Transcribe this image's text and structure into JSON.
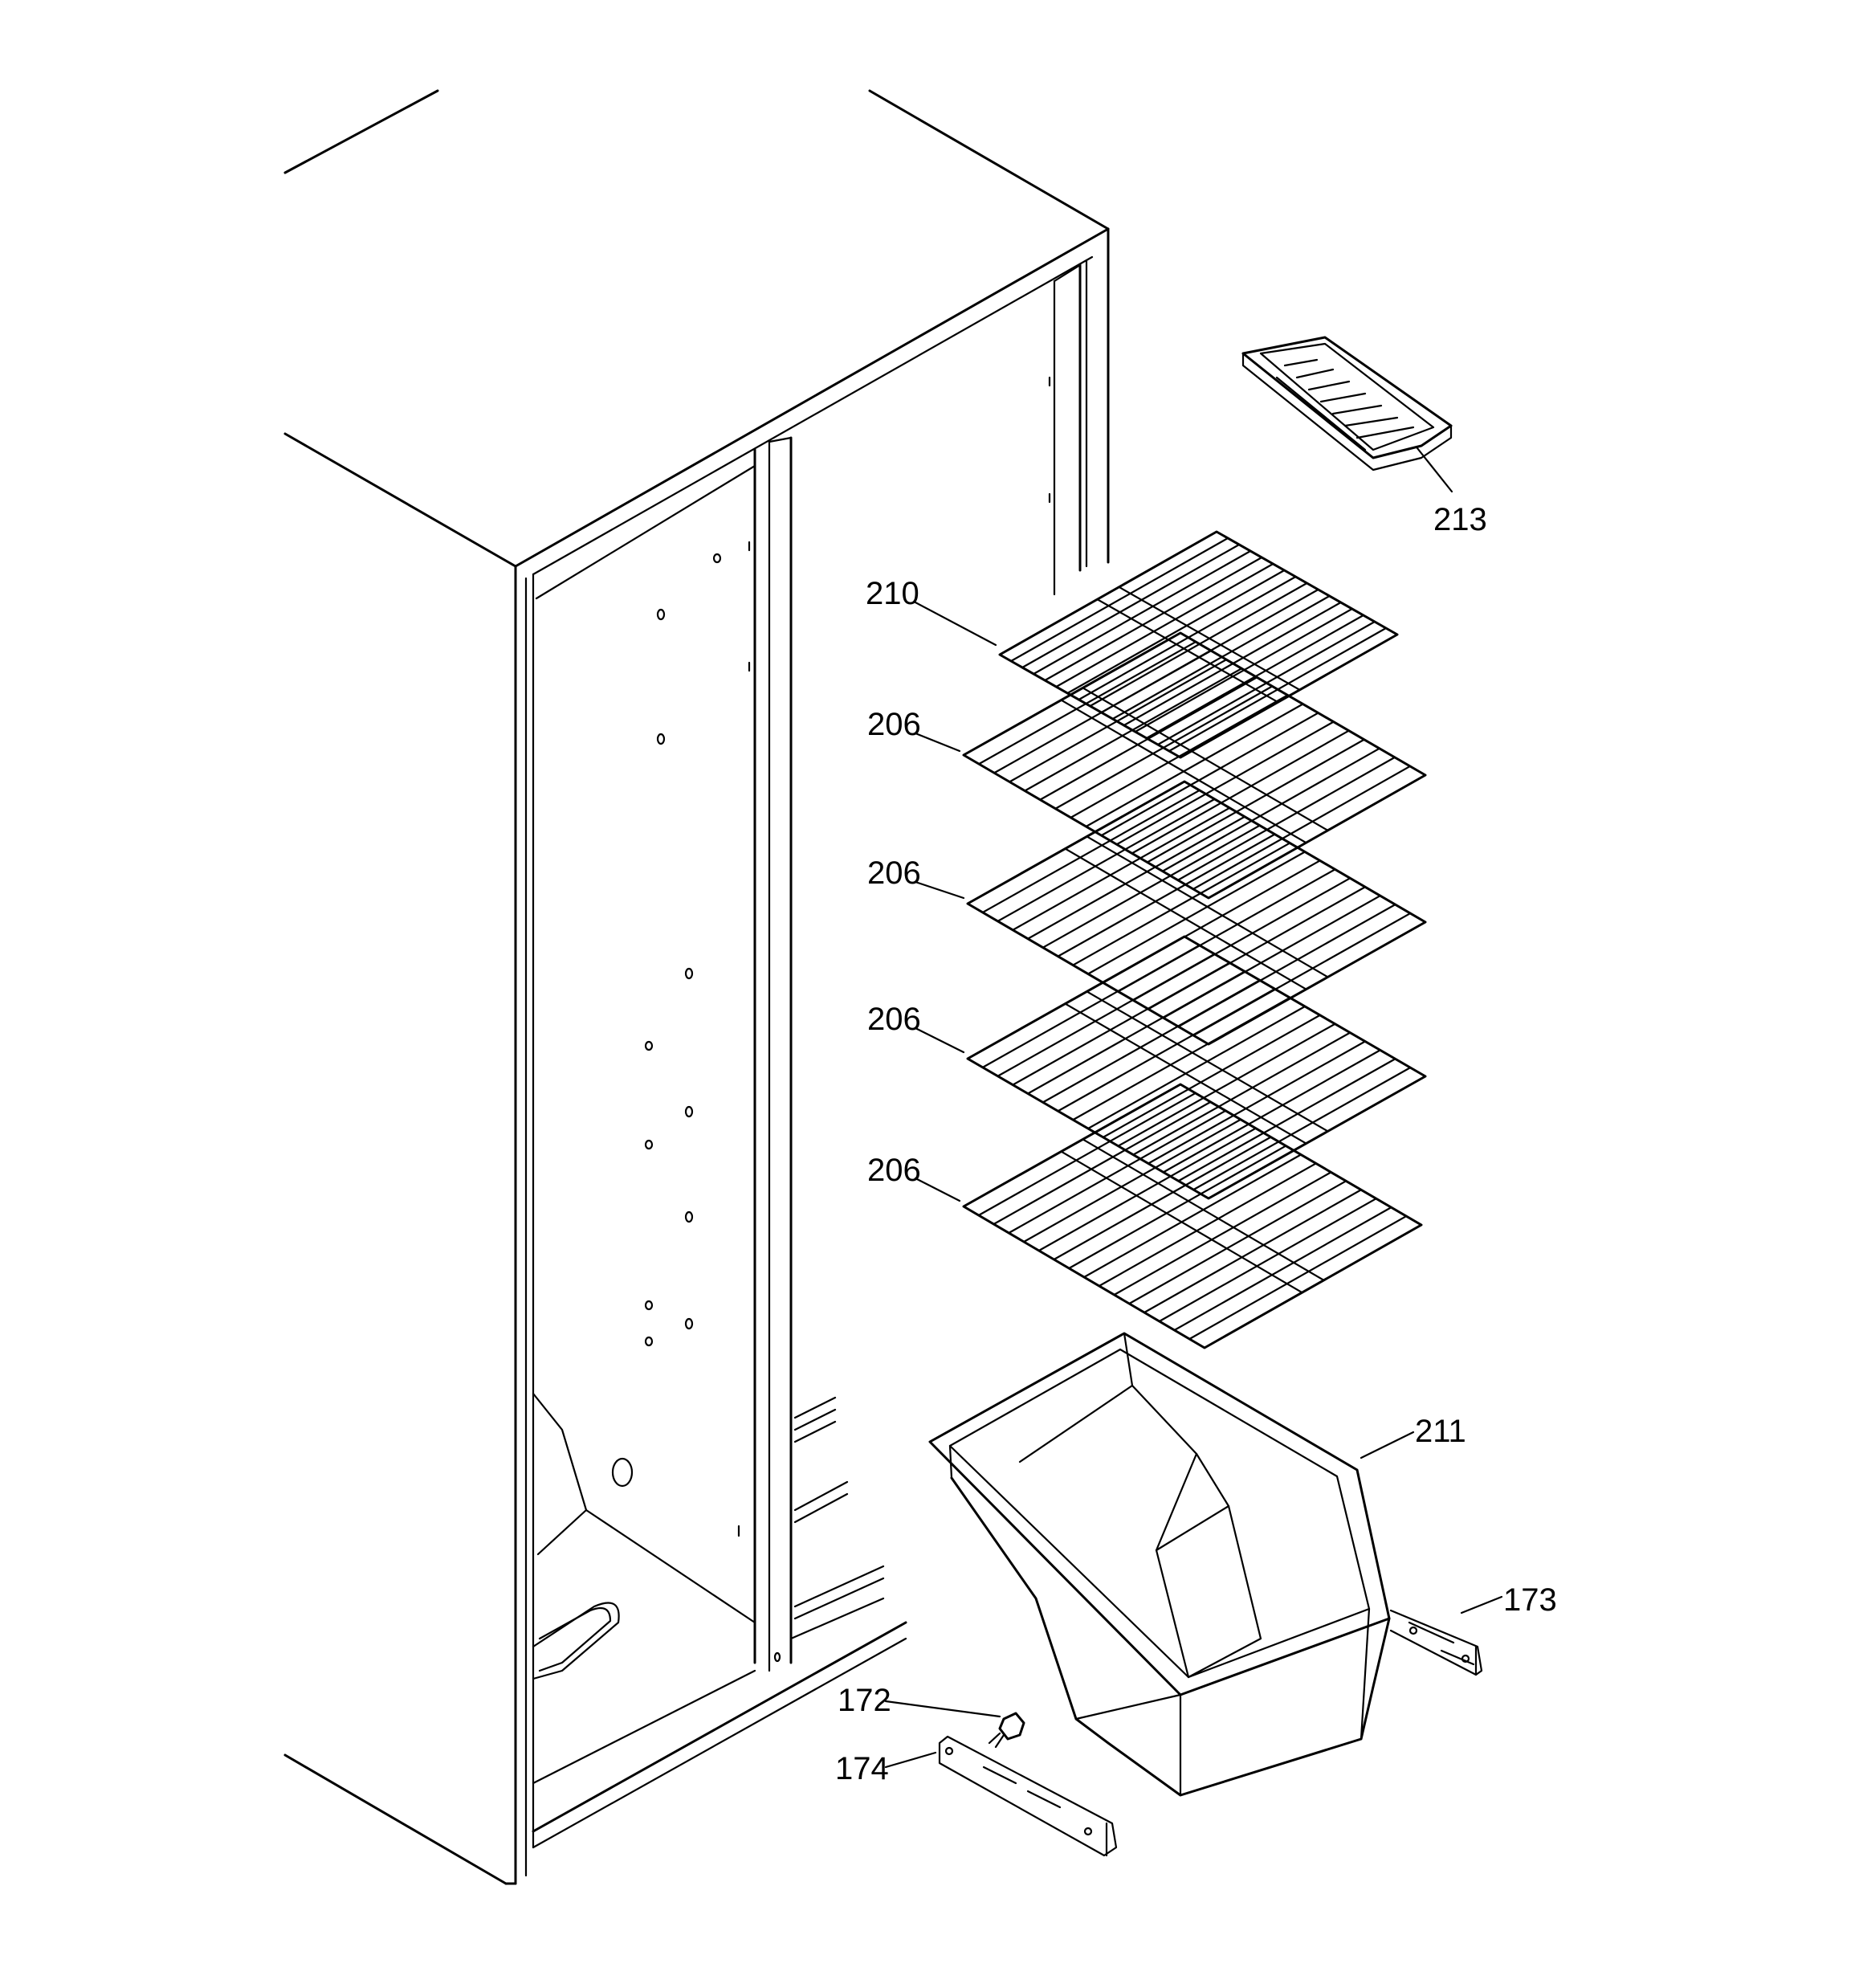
{
  "diagram": {
    "callouts": [
      {
        "id": "ice-tray",
        "label": "213"
      },
      {
        "id": "top-shelf",
        "label": "210"
      },
      {
        "id": "shelf-1",
        "label": "206"
      },
      {
        "id": "shelf-2",
        "label": "206"
      },
      {
        "id": "shelf-3",
        "label": "206"
      },
      {
        "id": "shelf-4",
        "label": "206"
      },
      {
        "id": "bin",
        "label": "211"
      },
      {
        "id": "right-rail",
        "label": "173"
      },
      {
        "id": "screw",
        "label": "172"
      },
      {
        "id": "left-rail",
        "label": "174"
      }
    ]
  }
}
